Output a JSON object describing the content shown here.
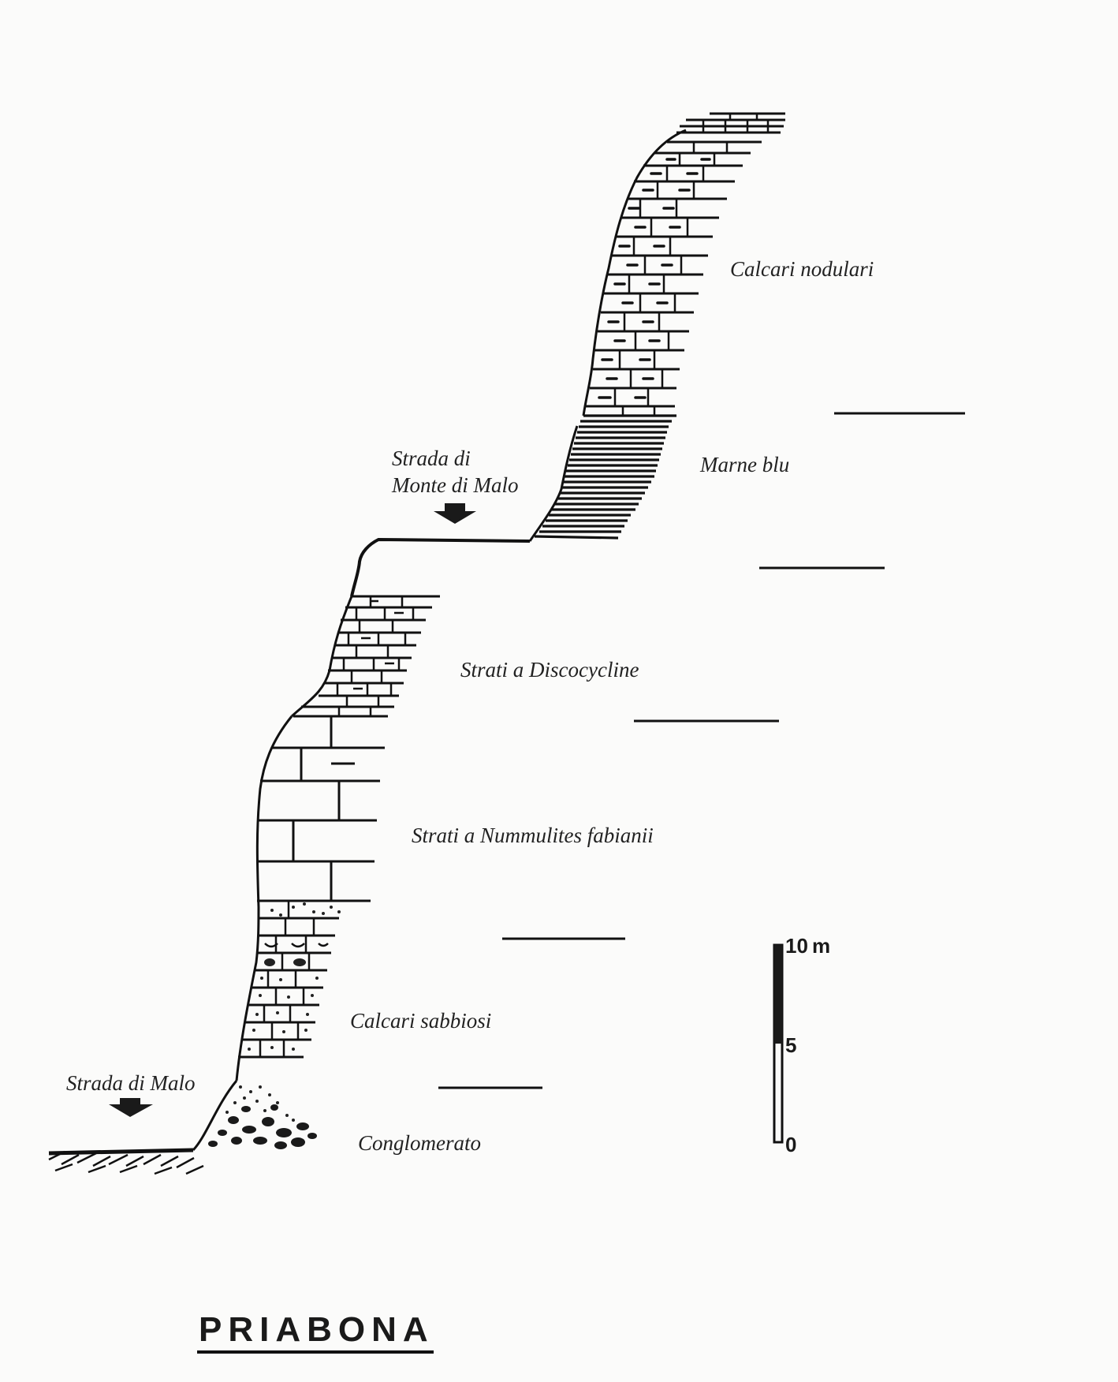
{
  "diagram": {
    "title": "PRIABONA",
    "units": [
      {
        "key": "calcari_nodulari",
        "label": "Calcari nodulari"
      },
      {
        "key": "marne_blu",
        "label": "Marne blu"
      },
      {
        "key": "strati_discocycline",
        "label": "Strati a Discocycline"
      },
      {
        "key": "strati_nummulites",
        "label": "Strati a Nummulites fabianii"
      },
      {
        "key": "calcari_sabbiosi",
        "label": "Calcari sabbiosi"
      },
      {
        "key": "conglomerato",
        "label": "Conglomerato"
      }
    ],
    "roads": {
      "monte_di_malo_line1": "Strada di",
      "monte_di_malo_line2": "Monte di Malo",
      "malo": "Strada di Malo"
    },
    "scale": {
      "top": "10",
      "top_unit": "m",
      "mid": "5",
      "bottom": "0"
    }
  }
}
